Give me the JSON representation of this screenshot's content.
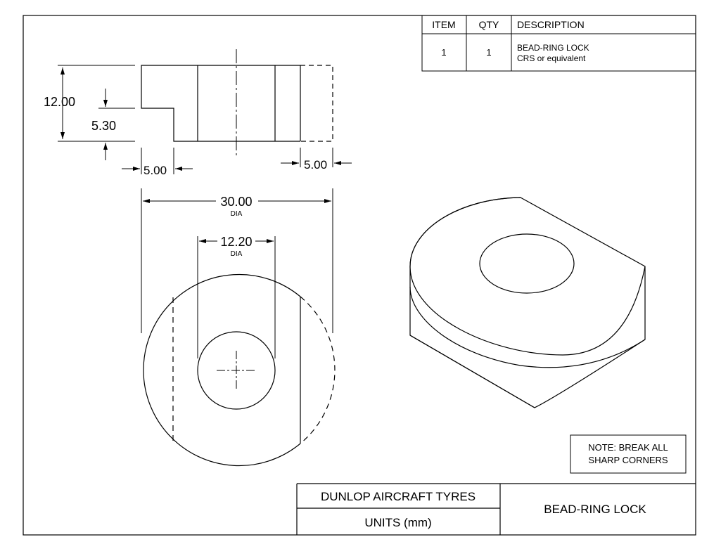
{
  "bom": {
    "headers": {
      "item": "ITEM",
      "qty": "QTY",
      "description": "DESCRIPTION"
    },
    "rows": [
      {
        "item": "1",
        "qty": "1",
        "description_line1": "BEAD-RING LOCK",
        "description_line2": "CRS or equivalent"
      }
    ]
  },
  "dimensions": {
    "height_total": "12.00",
    "step_height": "5.30",
    "step_width_left": "5.00",
    "step_width_right": "5.00",
    "outer_diameter": "30.00",
    "outer_diameter_suffix": "DIA",
    "bore_diameter": "12.20",
    "bore_diameter_suffix": "DIA"
  },
  "note": {
    "line1": "NOTE: BREAK ALL",
    "line2": "SHARP CORNERS"
  },
  "title_block": {
    "company": "DUNLOP AIRCRAFT TYRES",
    "units": "UNITS (mm)",
    "part_title": "BEAD-RING LOCK"
  }
}
